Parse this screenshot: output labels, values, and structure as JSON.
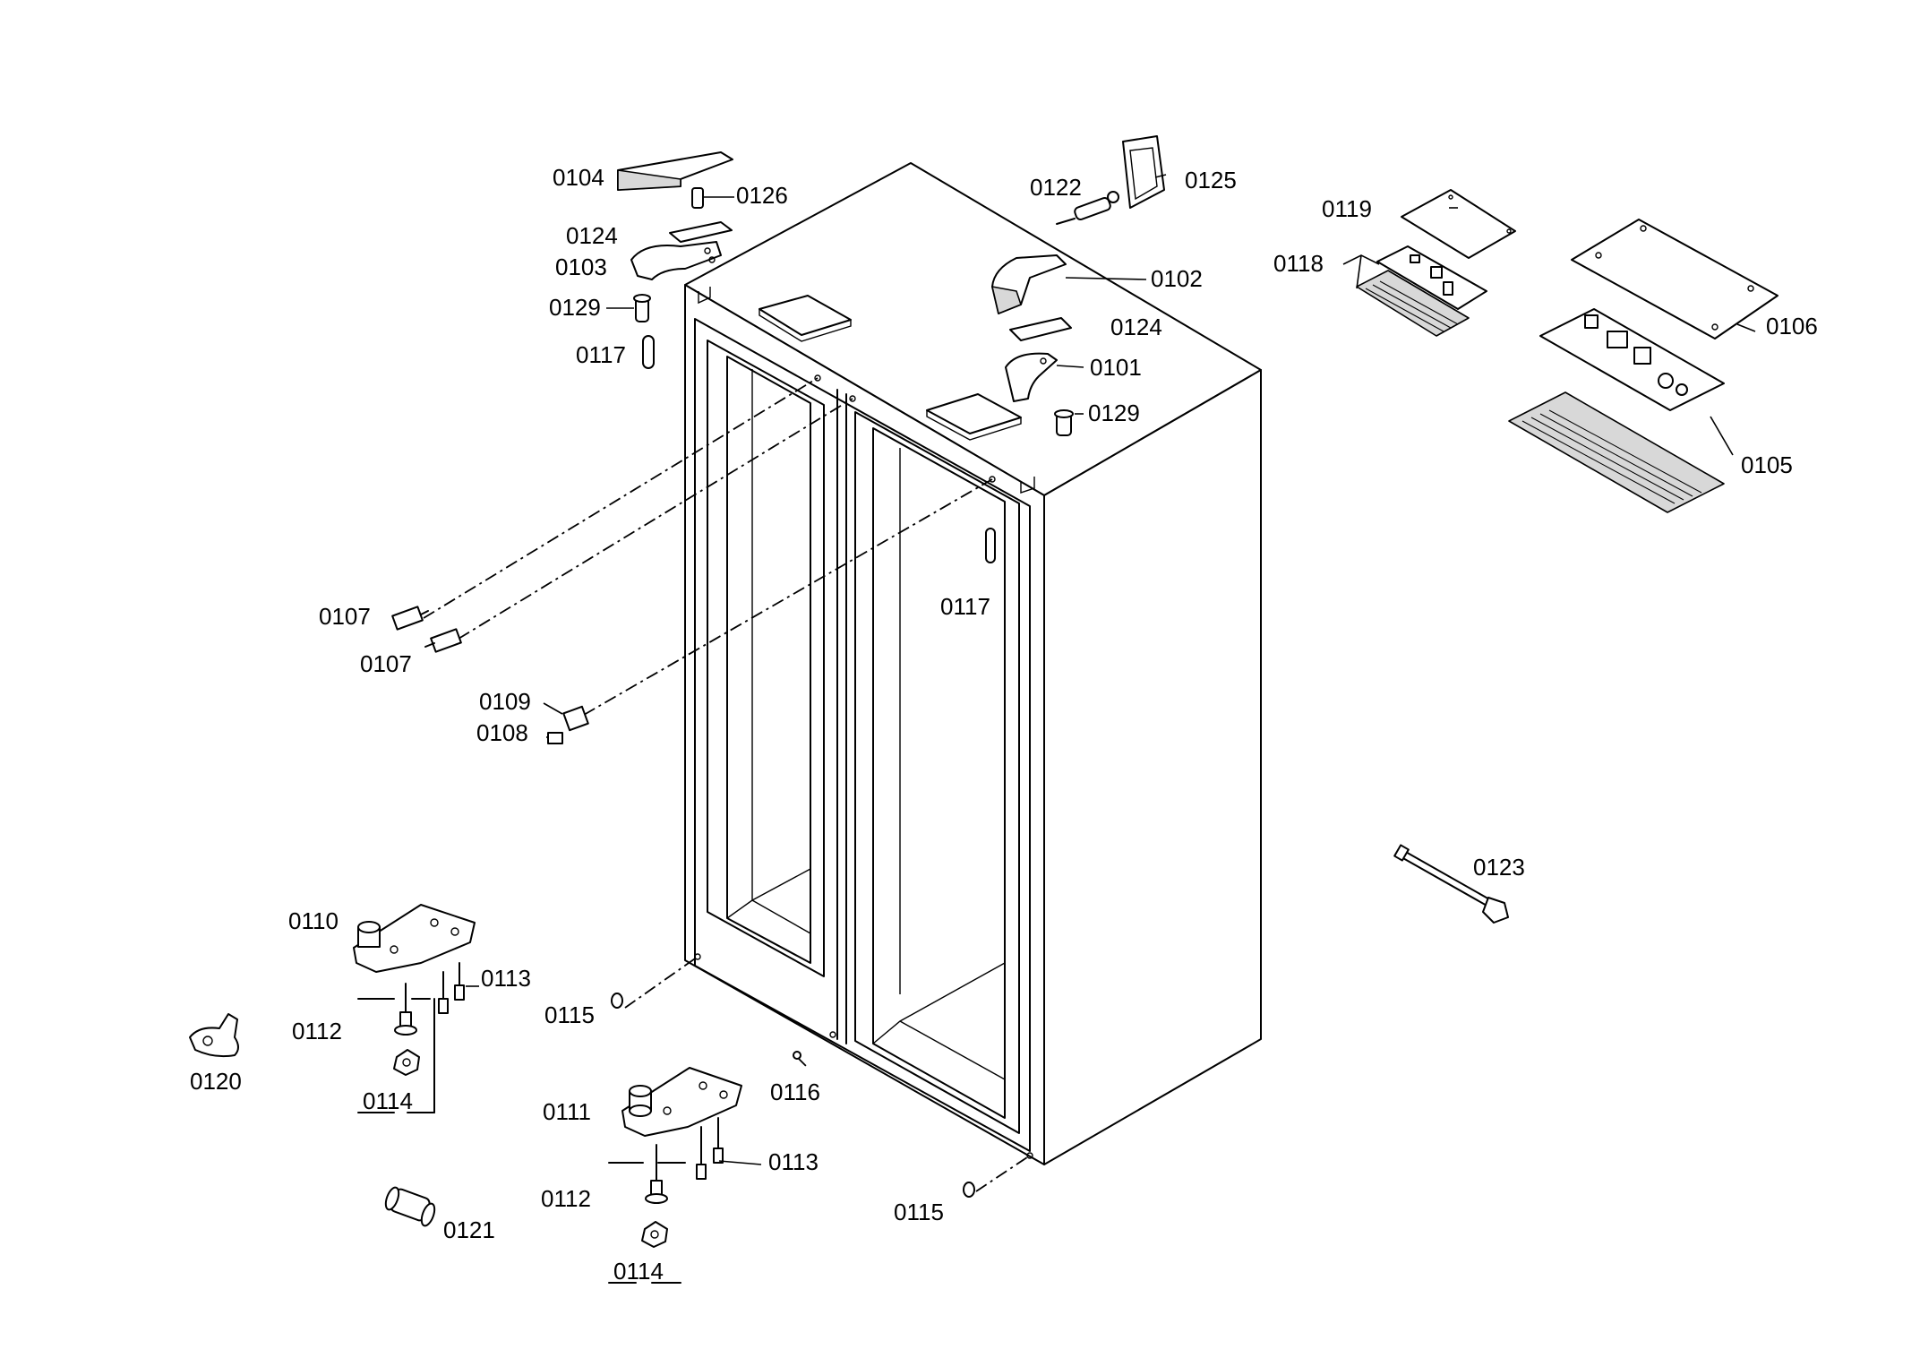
{
  "diagram": {
    "labels": {
      "l0104": "0104",
      "l0126": "0126",
      "l0124a": "0124",
      "l0103": "0103",
      "l0129a": "0129",
      "l0117a": "0117",
      "l0122": "0122",
      "l0125": "0125",
      "l0102": "0102",
      "l0124b": "0124",
      "l0101": "0101",
      "l0129b": "0129",
      "l0119": "0119",
      "l0118": "0118",
      "l0106": "0106",
      "l0105": "0105",
      "l0117b": "0117",
      "l0107a": "0107",
      "l0107b": "0107",
      "l0109": "0109",
      "l0108": "0108",
      "l0123": "0123",
      "l0110": "0110",
      "l0113a": "0113",
      "l0112a": "0112",
      "l0115a": "0115",
      "l0120": "0120",
      "l0114a": "0114",
      "l0116": "0116",
      "l0111": "0111",
      "l0113b": "0113",
      "l0112b": "0112",
      "l0115b": "0115",
      "l0121": "0121",
      "l0114b": "0114"
    }
  }
}
